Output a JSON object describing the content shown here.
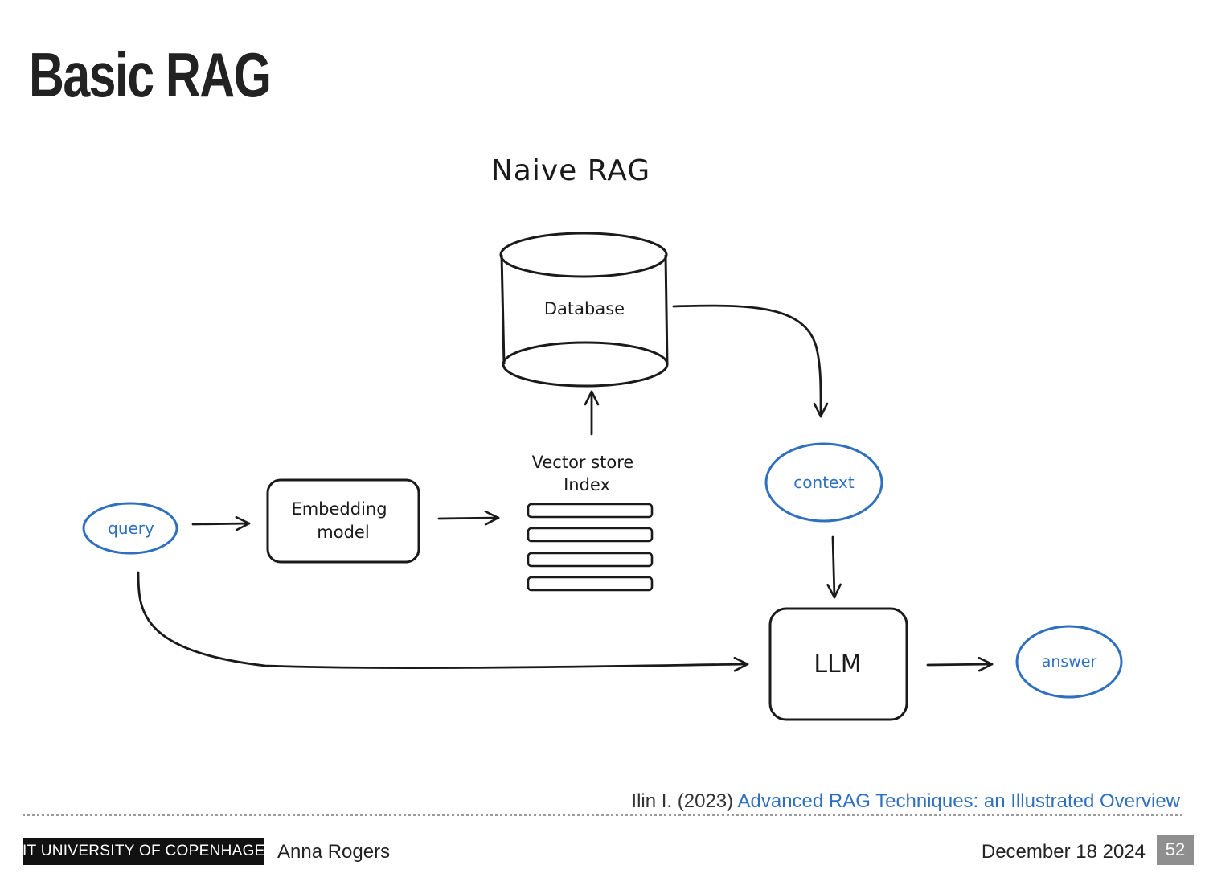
{
  "slide": {
    "title": "Basic RAG"
  },
  "diagram": {
    "title": "Naive RAG",
    "nodes": {
      "database": "Database",
      "vector_store_line1": "Vector store",
      "vector_store_line2": "Index",
      "embedding_line1": "Embedding",
      "embedding_line2": "model",
      "query": "query",
      "context": "context",
      "llm": "LLM",
      "answer": "answer"
    },
    "colors": {
      "ink": "#1a1a1a",
      "accent": "#2f6fbf"
    }
  },
  "citation": {
    "prefix": "Ilin I. (2023)",
    "link_text": "Advanced RAG Techniques: an Illustrated Overview"
  },
  "footer": {
    "institution": "IT UNIVERSITY OF COPENHAGEN",
    "author": "Anna Rogers",
    "date": "December 18 2024",
    "page_number": "52"
  }
}
